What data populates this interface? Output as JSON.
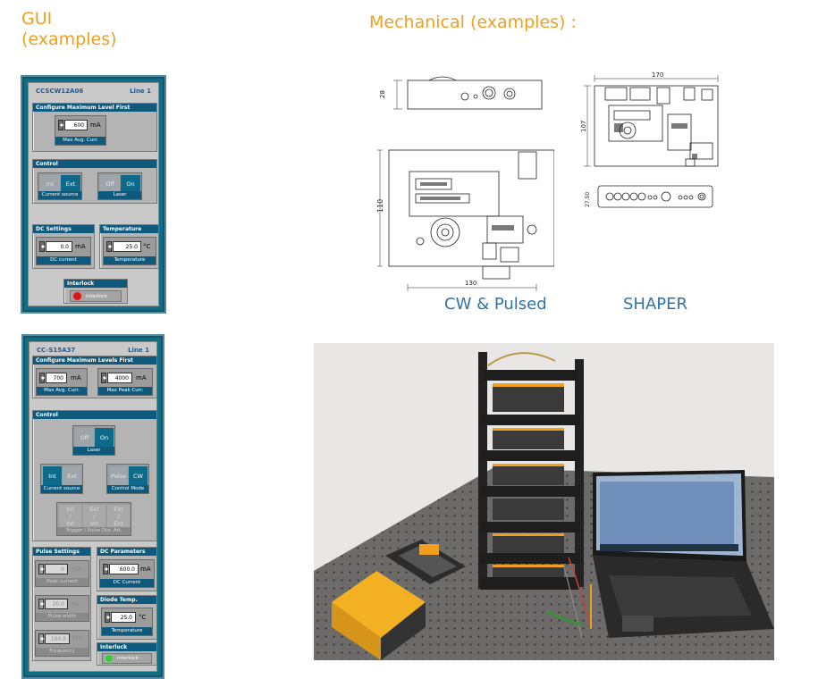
{
  "headings": {
    "gui": "GUI\n(examples)",
    "mechanical": "Mechanical (examples) :"
  },
  "captions": {
    "cw_pulsed": "CW & Pulsed",
    "shaper": "SHAPER"
  },
  "panel1": {
    "title": "CCSCW12A06",
    "line": "Line 1",
    "configure": {
      "header": "Configure Maximum Level First",
      "value": "600",
      "unit": "mA",
      "label": "Max Avg. Curr."
    },
    "control": {
      "header": "Control",
      "current_int": "Int",
      "current_ext": "Ext",
      "current_label": "Current source",
      "laser_off": "Off",
      "laser_on": "On",
      "laser_label": "Laser"
    },
    "dc": {
      "header": "DC Settings",
      "value": "0.0",
      "unit": "mA",
      "label": "DC current"
    },
    "temp": {
      "header": "Temperature",
      "value": "25.0",
      "unit": "°C",
      "label": "Temperature"
    },
    "interlock": {
      "header": "Interlock",
      "label": "Interlock",
      "led_color": "#d81818"
    }
  },
  "panel2": {
    "title": "CC-S15A37",
    "line": "Line 1",
    "configure": {
      "header": "Configure Maximum Levels First",
      "avg_value": "700",
      "avg_unit": "mA",
      "avg_label": "Max Avg. Curr.",
      "peak_value": "4000",
      "peak_unit": "mA",
      "peak_label": "Max Peak Curr."
    },
    "control": {
      "header": "Control",
      "laser_off": "Off",
      "laser_on": "On",
      "laser_label": "Laser",
      "cs_int": "Int",
      "cs_ext": "Ext",
      "cs_label": "Current source",
      "cm_pulse": "Pulse",
      "cm_cw": "CW",
      "cm_label": "Control Mode",
      "trig_a": "Int\n/\nInt",
      "trig_b": "Ext\n/\nInt",
      "trig_c": "Ext\n/\nExt",
      "trig_label": "Trigger / Pulse Dur. Att."
    },
    "pulse": {
      "header": "Pulse Settings",
      "current_value": "0",
      "current_unit": "mA",
      "current_label": "Peak current",
      "width_value": "20.0",
      "width_unit": "ns",
      "width_label": "Pulse width",
      "freq_value": "100.0",
      "freq_unit": "kHz",
      "freq_label": "Frequency"
    },
    "dcparams": {
      "header": "DC Parameters",
      "value": "600.0",
      "unit": "mA",
      "label": "DC Current"
    },
    "diode": {
      "header": "Diode Temp.",
      "value": "25.0",
      "unit": "°C",
      "label": "Temperature"
    },
    "interlock": {
      "header": "Interlock",
      "label": "Interlock",
      "led_color": "#3cc83c"
    }
  },
  "drawings": {
    "cw_height": "28",
    "cw_width": "130",
    "cw_depth": "110",
    "shaper_width": "170",
    "shaper_height": "107",
    "shaper_thickness": "27.50"
  },
  "colors": {
    "heading": "#f0a01e",
    "caption": "#2e73a8",
    "panel_blue": "#0d6e86"
  }
}
